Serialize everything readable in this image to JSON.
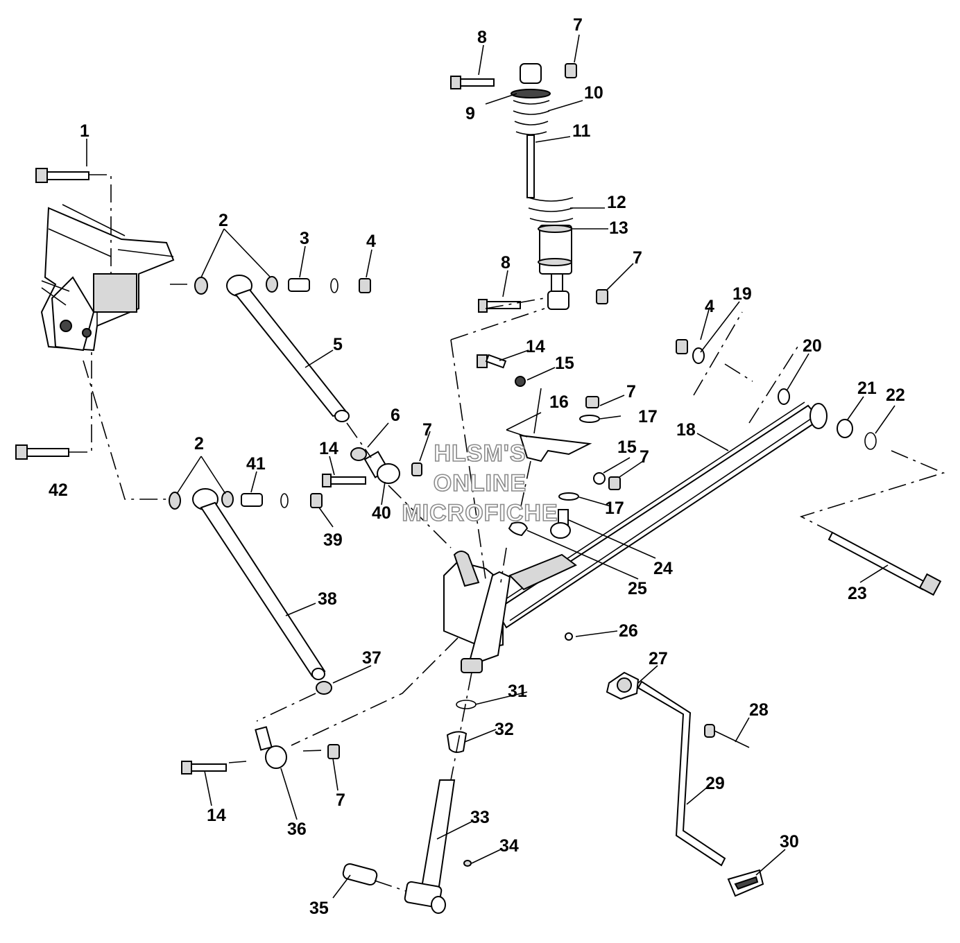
{
  "watermark": [
    "HLSM'S",
    "ONLINE",
    "MICROFICHE"
  ],
  "callouts": [
    {
      "id": "c1",
      "text": "1"
    },
    {
      "id": "c2a",
      "text": "2"
    },
    {
      "id": "c3",
      "text": "3"
    },
    {
      "id": "c4a",
      "text": "4"
    },
    {
      "id": "c5",
      "text": "5"
    },
    {
      "id": "c6",
      "text": "6"
    },
    {
      "id": "c7a",
      "text": "7"
    },
    {
      "id": "c8a",
      "text": "8"
    },
    {
      "id": "c9",
      "text": "9"
    },
    {
      "id": "c10",
      "text": "10"
    },
    {
      "id": "c11",
      "text": "11"
    },
    {
      "id": "c12",
      "text": "12"
    },
    {
      "id": "c13",
      "text": "13"
    },
    {
      "id": "c8b",
      "text": "8"
    },
    {
      "id": "c7b",
      "text": "7"
    },
    {
      "id": "c4b",
      "text": "4"
    },
    {
      "id": "c19",
      "text": "19"
    },
    {
      "id": "c14a",
      "text": "14"
    },
    {
      "id": "c15a",
      "text": "15"
    },
    {
      "id": "c20",
      "text": "20"
    },
    {
      "id": "c16",
      "text": "16"
    },
    {
      "id": "c7c",
      "text": "7"
    },
    {
      "id": "c17a",
      "text": "17"
    },
    {
      "id": "c21",
      "text": "21"
    },
    {
      "id": "c22",
      "text": "22"
    },
    {
      "id": "c18",
      "text": "18"
    },
    {
      "id": "c2b",
      "text": "2"
    },
    {
      "id": "c41",
      "text": "41"
    },
    {
      "id": "c14b",
      "text": "14"
    },
    {
      "id": "c7d",
      "text": "7"
    },
    {
      "id": "c15b",
      "text": "15"
    },
    {
      "id": "c7e",
      "text": "7"
    },
    {
      "id": "c42",
      "text": "42"
    },
    {
      "id": "c40",
      "text": "40"
    },
    {
      "id": "c39",
      "text": "39"
    },
    {
      "id": "c17b",
      "text": "17"
    },
    {
      "id": "c24",
      "text": "24"
    },
    {
      "id": "c25",
      "text": "25"
    },
    {
      "id": "c23",
      "text": "23"
    },
    {
      "id": "c38",
      "text": "38"
    },
    {
      "id": "c26",
      "text": "26"
    },
    {
      "id": "c37",
      "text": "37"
    },
    {
      "id": "c27",
      "text": "27"
    },
    {
      "id": "c31",
      "text": "31"
    },
    {
      "id": "c28",
      "text": "28"
    },
    {
      "id": "c32",
      "text": "32"
    },
    {
      "id": "c29",
      "text": "29"
    },
    {
      "id": "c7f",
      "text": "7"
    },
    {
      "id": "c14c",
      "text": "14"
    },
    {
      "id": "c36",
      "text": "36"
    },
    {
      "id": "c33",
      "text": "33"
    },
    {
      "id": "c34",
      "text": "34"
    },
    {
      "id": "c30",
      "text": "30"
    },
    {
      "id": "c35",
      "text": "35"
    }
  ]
}
